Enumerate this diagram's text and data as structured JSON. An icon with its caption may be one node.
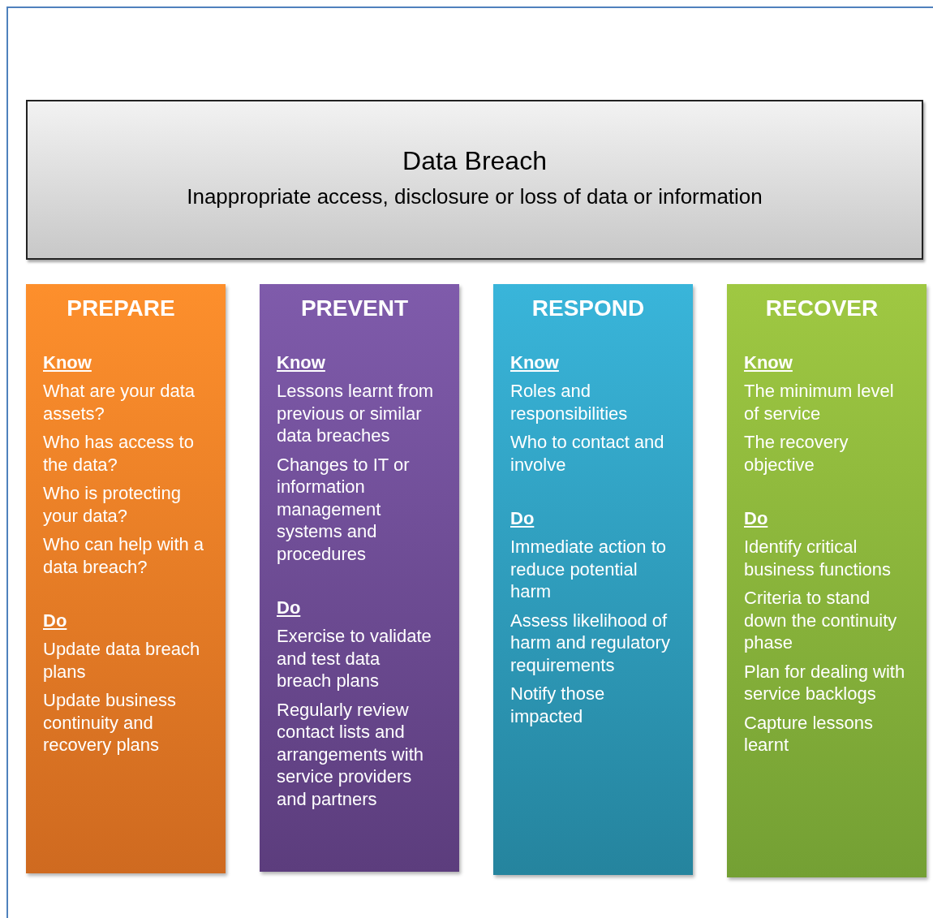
{
  "diagram": {
    "nodes": [
      {
        "text": [
          "Data Breach",
          "Inappropriate access, disclosure or loss of data or information"
        ]
      },
      {
        "text": [
          "PREPARE",
          "Know",
          "What are your data assets?",
          "Who has access to the data?",
          "Who is protecting your data?",
          "Who can help with a data breach?",
          "Do",
          "Update data breach plans",
          "Update business continuity and recovery plans"
        ]
      },
      {
        "text": [
          "PREVENT",
          "Know",
          "Lessons learnt from previous or similar data breaches",
          "Changes to IT or information management systems and procedures",
          "Do",
          "Exercise to validate and test data breach plans",
          "Regularly review contact lists and arrangements with service providers and partners"
        ]
      },
      {
        "text": [
          "RESPOND",
          "Know",
          "Roles and responsibilities",
          "Who to contact and involve",
          "Do",
          "Immediate action to reduce potential harm",
          "Assess likelihood of harm and regulatory requirements",
          "Notify those impacted"
        ]
      },
      {
        "text": [
          "RECOVER",
          "Know",
          "The minimum level of service",
          "The recovery objective",
          "Do",
          "Identify critical business functions",
          "Criteria to stand down the continuity phase",
          "Plan for dealing with service backlogs",
          "Capture lessons learnt"
        ]
      }
    ]
  }
}
